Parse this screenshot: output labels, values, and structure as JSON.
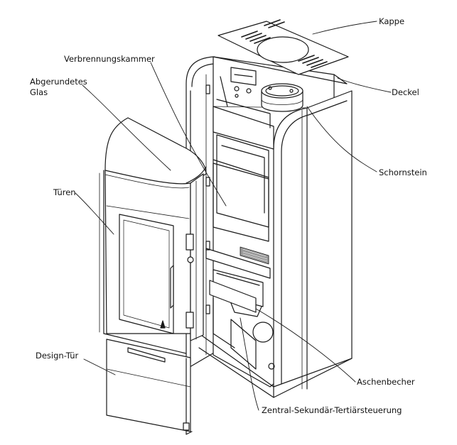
{
  "diagram": {
    "labels": {
      "kappe": "Kappe",
      "deckel": "Deckel",
      "schornstein": "Schornstein",
      "verbrennungskammer": "Verbrennungskammer",
      "abgerundetes_glas_line1": "Abgerundetes",
      "abgerundetes_glas_line2": "Glas",
      "tueren": "Türen",
      "design_tuer": "Design-Tür",
      "aschenbecher": "Aschenbecher",
      "steuerung": "Zentral-Sekundär-Tertiärsteuerung"
    },
    "colors": {
      "line": "#1a1a1a",
      "fill": "#ffffff",
      "shade": "#e6e6e6",
      "grate": "#9a9a9a"
    }
  }
}
